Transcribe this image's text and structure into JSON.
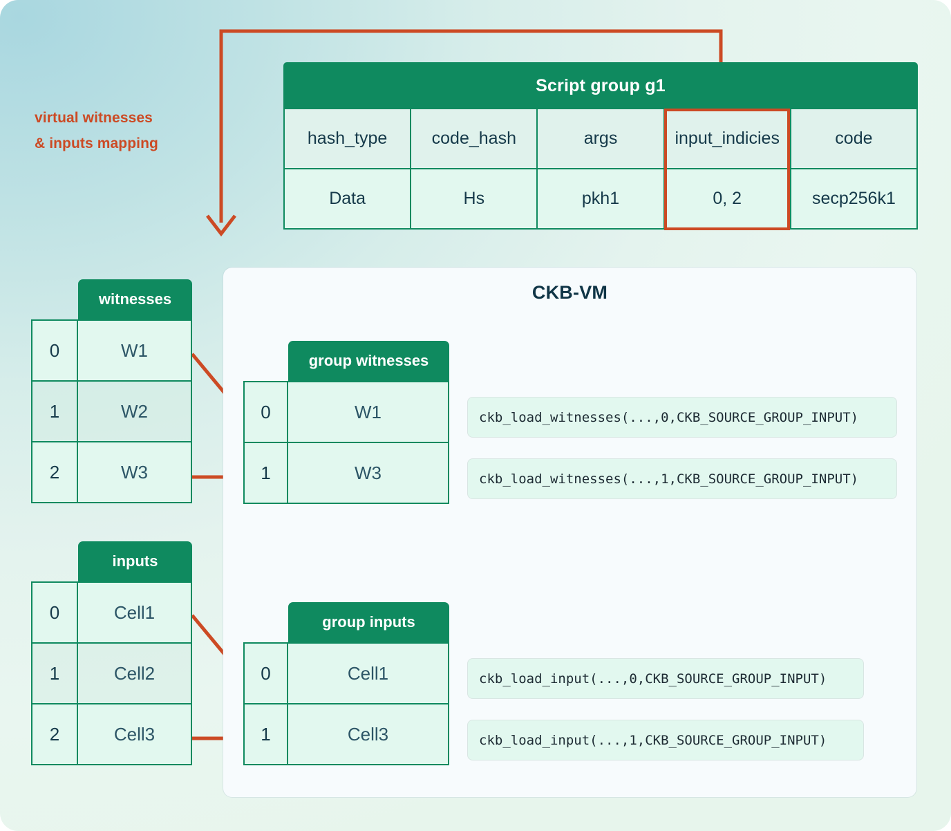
{
  "annotation": {
    "line1": "virtual witnesses",
    "line2": "& inputs mapping",
    "color": "#cc4a24"
  },
  "script_group": {
    "title": "Script group g1",
    "columns": [
      "hash_type",
      "code_hash",
      "args",
      "input_indicies",
      "code"
    ],
    "values": [
      "Data",
      "Hs",
      "pkh1",
      "0, 2",
      "secp256k1"
    ],
    "highlighted_column": "input_indicies",
    "header_color": "#0f8a5f",
    "highlight_color": "#cc4a24"
  },
  "vm": {
    "title": "CKB-VM"
  },
  "witnesses": {
    "title": "witnesses",
    "rows": [
      {
        "index": "0",
        "value": "W1",
        "state": "active"
      },
      {
        "index": "1",
        "value": "W2",
        "state": "dim"
      },
      {
        "index": "2",
        "value": "W3",
        "state": "active"
      }
    ]
  },
  "group_witnesses": {
    "title": "group witnesses",
    "rows": [
      {
        "index": "0",
        "value": "W1",
        "code": "ckb_load_witnesses(...,0,CKB_SOURCE_GROUP_INPUT)"
      },
      {
        "index": "1",
        "value": "W3",
        "code": "ckb_load_witnesses(...,1,CKB_SOURCE_GROUP_INPUT)"
      }
    ]
  },
  "inputs": {
    "title": "inputs",
    "rows": [
      {
        "index": "0",
        "value": "Cell1",
        "state": "active"
      },
      {
        "index": "1",
        "value": "Cell2",
        "state": "dim"
      },
      {
        "index": "2",
        "value": "Cell3",
        "state": "active"
      }
    ]
  },
  "group_inputs": {
    "title": "group inputs",
    "rows": [
      {
        "index": "0",
        "value": "Cell1",
        "code": "ckb_load_input(...,0,CKB_SOURCE_GROUP_INPUT)"
      },
      {
        "index": "1",
        "value": "Cell3",
        "code": "ckb_load_input(...,1,CKB_SOURCE_GROUP_INPUT)"
      }
    ]
  },
  "colors": {
    "green": "#0f8a5f",
    "orange": "#cc4a24",
    "mint": "#e2f8ef",
    "text": "#163a4a"
  }
}
